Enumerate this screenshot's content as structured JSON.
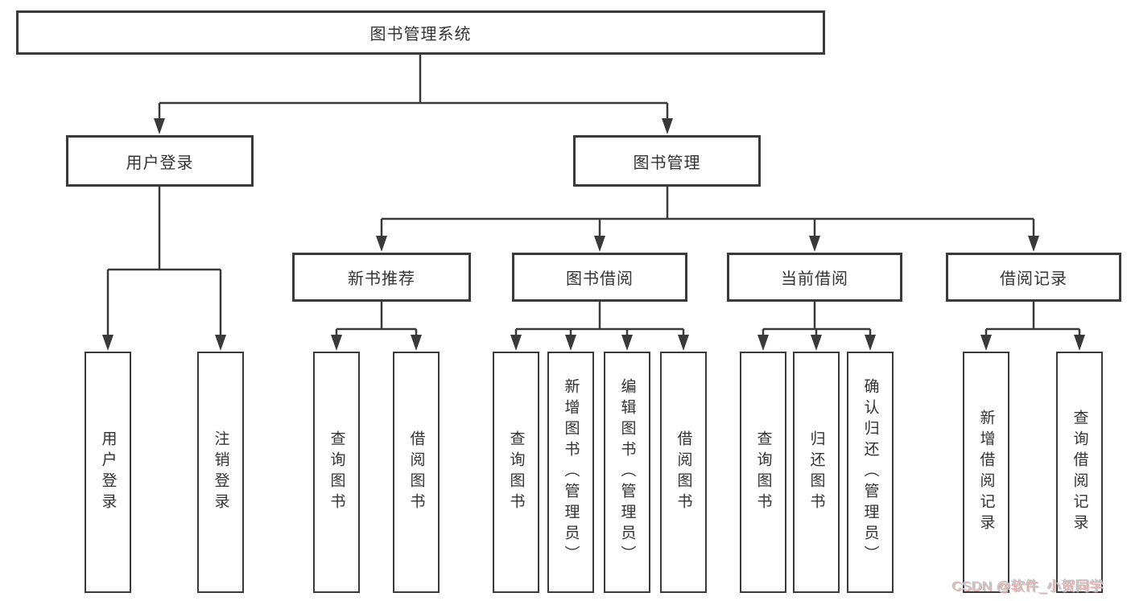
{
  "diagram": {
    "root": {
      "label": "图书管理系统"
    },
    "level2": [
      {
        "label": "用户登录"
      },
      {
        "label": "图书管理"
      }
    ],
    "level3": [
      {
        "label": "新书推荐"
      },
      {
        "label": "图书借阅"
      },
      {
        "label": "当前借阅"
      },
      {
        "label": "借阅记录"
      }
    ],
    "leaves": {
      "user_login": [
        {
          "label": "用户登录"
        },
        {
          "label": "注销登录"
        }
      ],
      "new_book_recommend": [
        {
          "label": "查询图书"
        },
        {
          "label": "借阅图书"
        }
      ],
      "book_borrow": [
        {
          "label": "查询图书"
        },
        {
          "label": "新增图书（管理员）"
        },
        {
          "label": "编辑图书（管理员）"
        },
        {
          "label": "借阅图书"
        }
      ],
      "current_borrow": [
        {
          "label": "查询图书"
        },
        {
          "label": "归还图书"
        },
        {
          "label": "确认归还（管理员）"
        }
      ],
      "borrow_records": [
        {
          "label": "新增借阅记录"
        },
        {
          "label": "查询借阅记录"
        }
      ]
    }
  },
  "watermark": {
    "text": "CSDN @软件_小贺同学"
  },
  "colors": {
    "line": "#3a3a3a",
    "box_border": "#3a3a3a",
    "box_fill": "#ffffff",
    "text": "#333333",
    "watermark_text": "#c9c9c9",
    "watermark_shadow": "#eda4a4"
  }
}
